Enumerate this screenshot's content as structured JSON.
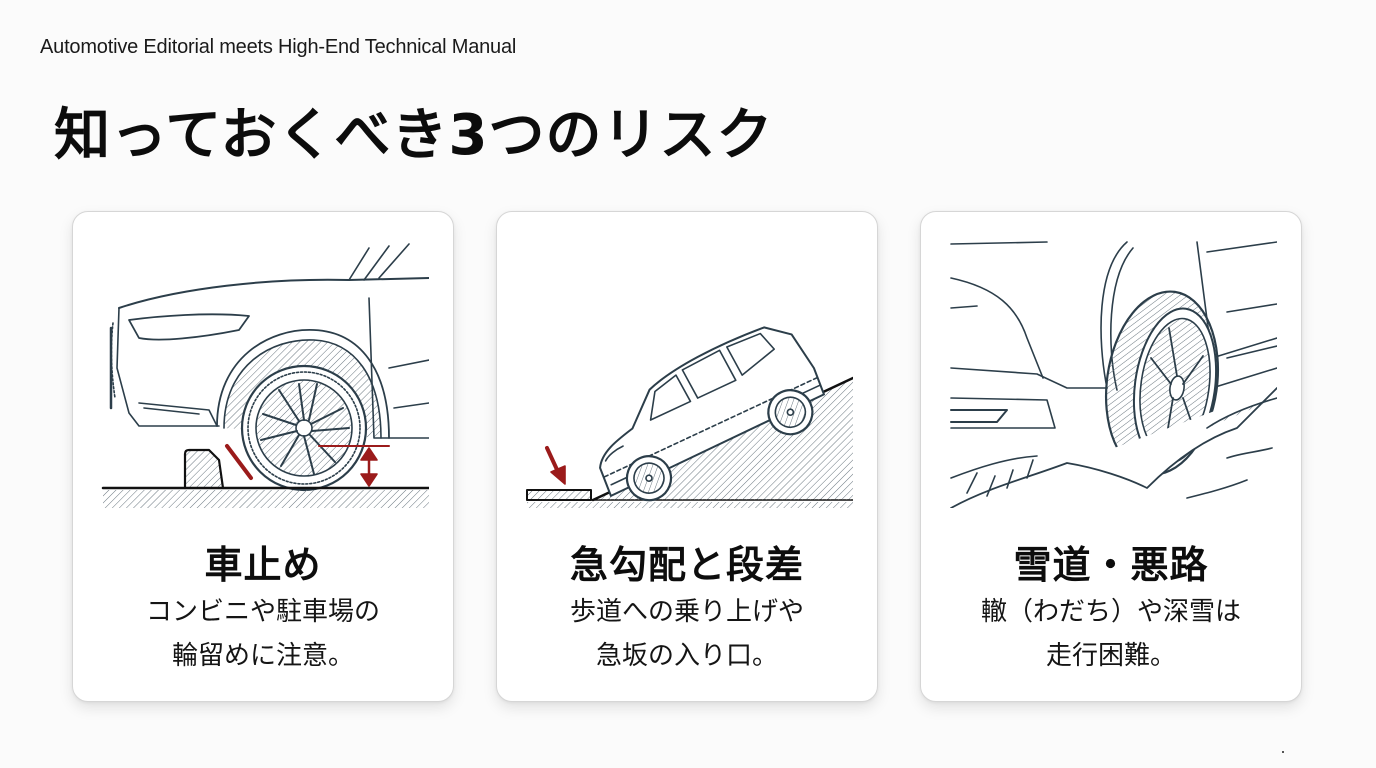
{
  "header": {
    "kicker": "Automotive Editorial meets High-End Technical Manual",
    "title": "知っておくべき3つのリスク"
  },
  "colors": {
    "background": "#fbfbfb",
    "card_border": "#d6d6d6",
    "line_art": "#2c3e4a",
    "accent_red": "#9b1b1b"
  },
  "cards": [
    {
      "illustration": "car-bumper-wheel-stop-illustration",
      "title": "車止め",
      "desc_lines": [
        "コンビニや駐車場の",
        "輪留めに注意。"
      ]
    },
    {
      "illustration": "suv-on-steep-slope-illustration",
      "title": "急勾配と段差",
      "desc_lines": [
        "歩道への乗り上げや",
        "急坂の入り口。"
      ]
    },
    {
      "illustration": "tire-in-snow-rut-illustration",
      "title": "雪道・悪路",
      "desc_lines": [
        "轍（わだち）や深雪は",
        "走行困難。"
      ]
    }
  ]
}
